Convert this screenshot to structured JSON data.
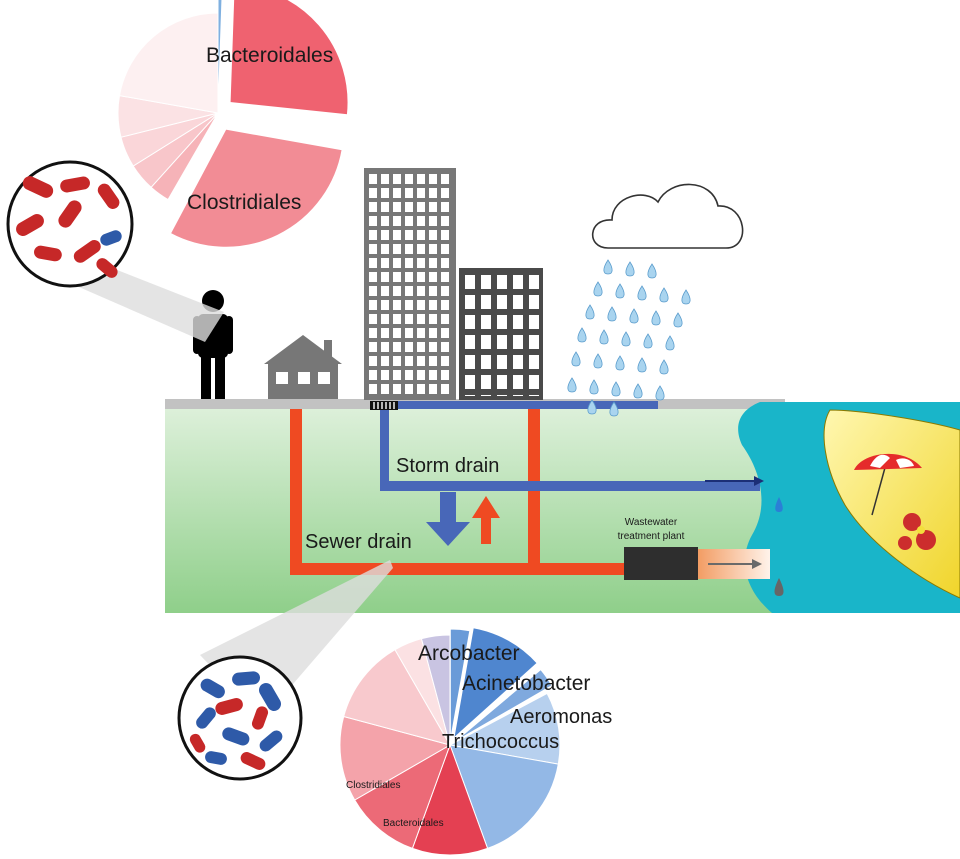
{
  "labels": {
    "storm_drain": "Storm drain",
    "sewer_drain": "Sewer drain",
    "treatment_plant_line1": "Wastewater",
    "treatment_plant_line2": "treatment plant"
  },
  "human_gut_pie": {
    "labels": {
      "bacteroidales": "Bacteroidales",
      "clostridiales": "Clostridiales"
    }
  },
  "sewer_pie": {
    "labels": {
      "arcobacter": "Arcobacter",
      "acinetobacter": "Acinetobacter",
      "aeromonas": "Aeromonas",
      "trichococcus": "Trichococcus",
      "clostridiales": "Clostridiales",
      "bacteroidales": "Bacteroidales"
    }
  },
  "colors": {
    "sewer": "#ef4a22",
    "storm": "#4867b8",
    "ground": "#c9e8c4",
    "water": "#19b5c9",
    "beach": "#f3df3c",
    "building": "#7a7a7a",
    "bacteria_red": "#c62828",
    "bacteria_blue": "#2e5aa8"
  }
}
